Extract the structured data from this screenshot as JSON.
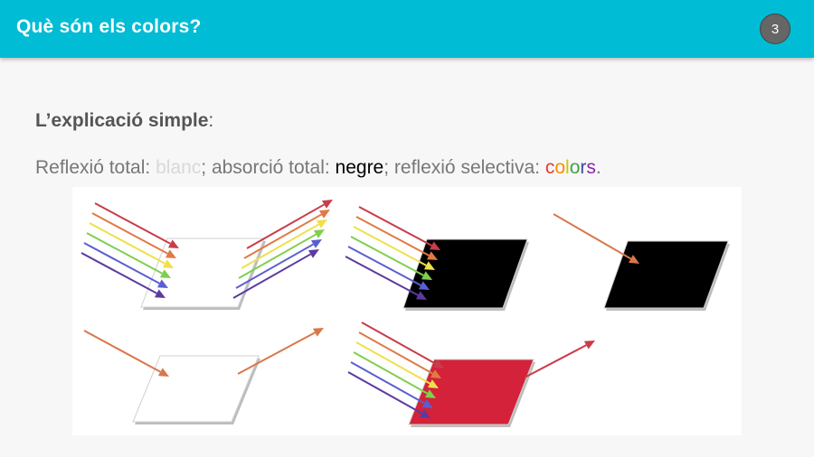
{
  "slide": {
    "title": "Què són els colors?",
    "page_number": "3"
  },
  "content": {
    "subtitle_bold": "L’explicació simple",
    "subtitle_colon": ":",
    "summary": {
      "part1": "Reflexió total: ",
      "blanc": "blanc",
      "part2": "; absorció total: ",
      "negre": "negre",
      "part3": "; reflexió selectiva: ",
      "colors_letters": [
        {
          "ch": "c",
          "color": "#e53935"
        },
        {
          "ch": "o",
          "color": "#fb8c00"
        },
        {
          "ch": "l",
          "color": "#d4c400"
        },
        {
          "ch": "o",
          "color": "#43a047"
        },
        {
          "ch": "r",
          "color": "#3949ab"
        },
        {
          "ch": "s",
          "color": "#8e24aa"
        }
      ],
      "part4": "."
    }
  },
  "colors": {
    "header_bg": "#00bcd4",
    "surface_white": "#ffffff",
    "surface_black": "#000000",
    "surface_red": "#d32239",
    "single_ray": "#d9774a",
    "spectrum": [
      "#c93c48",
      "#e07a45",
      "#f0e04a",
      "#7fcf4f",
      "#5a5fd0",
      "#5b3aa0"
    ]
  }
}
